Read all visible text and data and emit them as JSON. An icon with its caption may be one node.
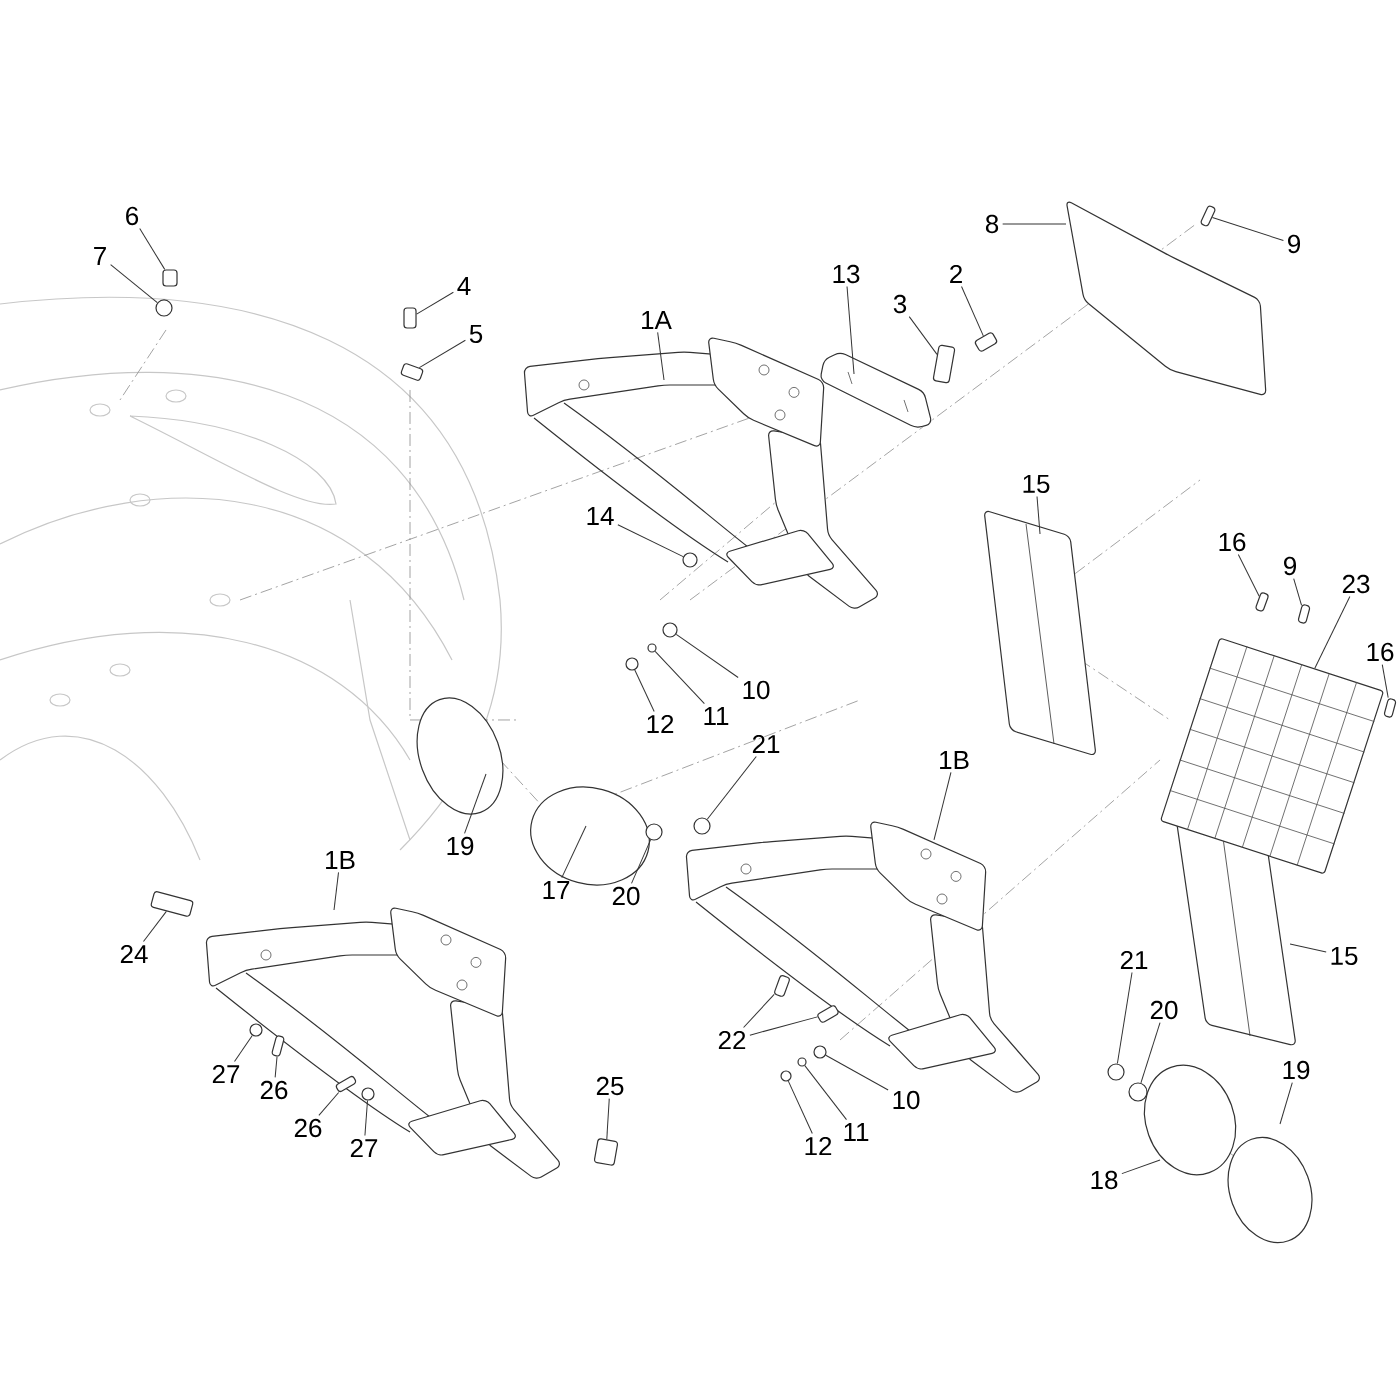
{
  "diagram": {
    "nodes": [
      {
        "text": [
          "6"
        ]
      },
      {
        "text": [
          "8"
        ]
      },
      {
        "text": [
          "9"
        ]
      },
      {
        "text": [
          "7"
        ]
      },
      {
        "text": [
          "13"
        ]
      },
      {
        "text": [
          "2"
        ]
      },
      {
        "text": [
          "4"
        ]
      },
      {
        "text": [
          "3"
        ]
      },
      {
        "text": [
          "1A"
        ]
      },
      {
        "text": [
          "5"
        ]
      },
      {
        "text": [
          "15"
        ]
      },
      {
        "text": [
          "14"
        ]
      },
      {
        "text": [
          "16"
        ]
      },
      {
        "text": [
          "9"
        ]
      },
      {
        "text": [
          "23"
        ]
      },
      {
        "text": [
          "16"
        ]
      },
      {
        "text": [
          "10"
        ]
      },
      {
        "text": [
          "11"
        ]
      },
      {
        "text": [
          "12"
        ]
      },
      {
        "text": [
          "21"
        ]
      },
      {
        "text": [
          "1B"
        ]
      },
      {
        "text": [
          "19"
        ]
      },
      {
        "text": [
          "1B"
        ]
      },
      {
        "text": [
          "17"
        ]
      },
      {
        "text": [
          "20"
        ]
      },
      {
        "text": [
          "15"
        ]
      },
      {
        "text": [
          "24"
        ]
      },
      {
        "text": [
          "21"
        ]
      },
      {
        "text": [
          "19"
        ]
      },
      {
        "text": [
          "20"
        ]
      },
      {
        "text": [
          "22"
        ]
      },
      {
        "text": [
          "27"
        ]
      },
      {
        "text": [
          "25"
        ]
      },
      {
        "text": [
          "10"
        ]
      },
      {
        "text": [
          "26"
        ]
      },
      {
        "text": [
          "26"
        ]
      },
      {
        "text": [
          "11"
        ]
      },
      {
        "text": [
          "12"
        ]
      },
      {
        "text": [
          "27"
        ]
      },
      {
        "text": [
          "18"
        ]
      },
      {
        "text": [],
        "shape": "box"
      },
      {
        "text": [],
        "shape": "box"
      },
      {
        "text": [],
        "shape": "circle"
      },
      {
        "text": [],
        "shape": "box"
      },
      {
        "text": [],
        "shape": "box"
      },
      {
        "text": [],
        "shape": "box"
      },
      {
        "text": [],
        "shape": "box"
      },
      {
        "text": [],
        "shape": "circle"
      },
      {
        "text": [],
        "shape": "box"
      },
      {
        "text": [],
        "shape": "box"
      },
      {
        "text": [],
        "shape": "box"
      },
      {
        "text": [],
        "shape": "circle"
      },
      {
        "text": [],
        "shape": "circle"
      },
      {
        "text": [],
        "shape": "circle"
      },
      {
        "text": [],
        "shape": "circle"
      },
      {
        "text": [],
        "shape": "circle"
      },
      {
        "text": [],
        "shape": "box"
      },
      {
        "text": [],
        "shape": "circle"
      },
      {
        "text": [],
        "shape": "circle"
      },
      {
        "text": [],
        "shape": "box"
      },
      {
        "text": [],
        "shape": "box"
      },
      {
        "text": [],
        "shape": "circle"
      },
      {
        "text": [],
        "shape": "box"
      },
      {
        "text": [],
        "shape": "circle"
      },
      {
        "text": [],
        "shape": "box"
      },
      {
        "text": [],
        "shape": "box"
      },
      {
        "text": [],
        "shape": "circle"
      },
      {
        "text": [],
        "shape": "circle"
      },
      {
        "text": [],
        "shape": "circle"
      },
      {
        "text": [],
        "shape": "box"
      }
    ],
    "edges": [
      {
        "from": 0,
        "to": 40,
        "arrow": "none"
      },
      {
        "from": 1,
        "to": null,
        "arrow": "none"
      },
      {
        "from": 2,
        "to": 41,
        "arrow": "none"
      },
      {
        "from": 3,
        "to": 42,
        "arrow": "none"
      },
      {
        "from": 4,
        "to": null,
        "arrow": "none"
      },
      {
        "from": 5,
        "to": 43,
        "arrow": "none"
      },
      {
        "from": 6,
        "to": 44,
        "arrow": "none"
      },
      {
        "from": 7,
        "to": 45,
        "arrow": "none"
      },
      {
        "from": 8,
        "to": null,
        "arrow": "none"
      },
      {
        "from": 9,
        "to": 46,
        "arrow": "none"
      },
      {
        "from": 10,
        "to": null,
        "arrow": "none"
      },
      {
        "from": 11,
        "to": 47,
        "arrow": "none"
      },
      {
        "from": 12,
        "to": 48,
        "arrow": "none"
      },
      {
        "from": 13,
        "to": 49,
        "arrow": "none"
      },
      {
        "from": 14,
        "to": 69,
        "arrow": "none"
      },
      {
        "from": 15,
        "to": 50,
        "arrow": "none"
      },
      {
        "from": 16,
        "to": 51,
        "arrow": "none"
      },
      {
        "from": 17,
        "to": 52,
        "arrow": "none"
      },
      {
        "from": 18,
        "to": 53,
        "arrow": "none"
      },
      {
        "from": 19,
        "to": 54,
        "arrow": "none"
      },
      {
        "from": 20,
        "to": null,
        "arrow": "none"
      },
      {
        "from": 21,
        "to": null,
        "arrow": "none"
      },
      {
        "from": 22,
        "to": null,
        "arrow": "none"
      },
      {
        "from": 23,
        "to": null,
        "arrow": "none"
      },
      {
        "from": 24,
        "to": 55,
        "arrow": "none"
      },
      {
        "from": 25,
        "to": null,
        "arrow": "none"
      },
      {
        "from": 26,
        "to": 56,
        "arrow": "none"
      },
      {
        "from": 27,
        "to": 57,
        "arrow": "none"
      },
      {
        "from": 28,
        "to": null,
        "arrow": "none"
      },
      {
        "from": 29,
        "to": 58,
        "arrow": "none"
      },
      {
        "from": 30,
        "to": 59,
        "arrow": "none"
      },
      {
        "from": 30,
        "to": 60,
        "arrow": "none"
      },
      {
        "from": 31,
        "to": 61,
        "arrow": "none"
      },
      {
        "from": 32,
        "to": 62,
        "arrow": "none"
      },
      {
        "from": 33,
        "to": 63,
        "arrow": "none"
      },
      {
        "from": 34,
        "to": 64,
        "arrow": "none"
      },
      {
        "from": 35,
        "to": 65,
        "arrow": "none"
      },
      {
        "from": 36,
        "to": 66,
        "arrow": "none"
      },
      {
        "from": 37,
        "to": 67,
        "arrow": "none"
      },
      {
        "from": 38,
        "to": 68,
        "arrow": "none"
      },
      {
        "from": 39,
        "to": null,
        "arrow": "none"
      }
    ]
  }
}
